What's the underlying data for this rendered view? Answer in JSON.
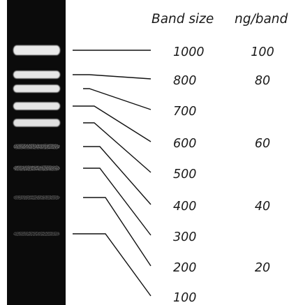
{
  "headers": {
    "band_size": "Band size",
    "ng_per_band": "ng/band"
  },
  "ladder": [
    {
      "size": "1000",
      "ng": "100"
    },
    {
      "size": "800",
      "ng": "80"
    },
    {
      "size": "700",
      "ng": ""
    },
    {
      "size": "600",
      "ng": "60"
    },
    {
      "size": "500",
      "ng": ""
    },
    {
      "size": "400",
      "ng": "40"
    },
    {
      "size": "300",
      "ng": ""
    },
    {
      "size": "200",
      "ng": "20"
    },
    {
      "size": "100",
      "ng": ""
    }
  ],
  "colors": {
    "gel_background": "#0b0b0b",
    "band": "#f2f2f2",
    "text": "#1a1a1a"
  }
}
